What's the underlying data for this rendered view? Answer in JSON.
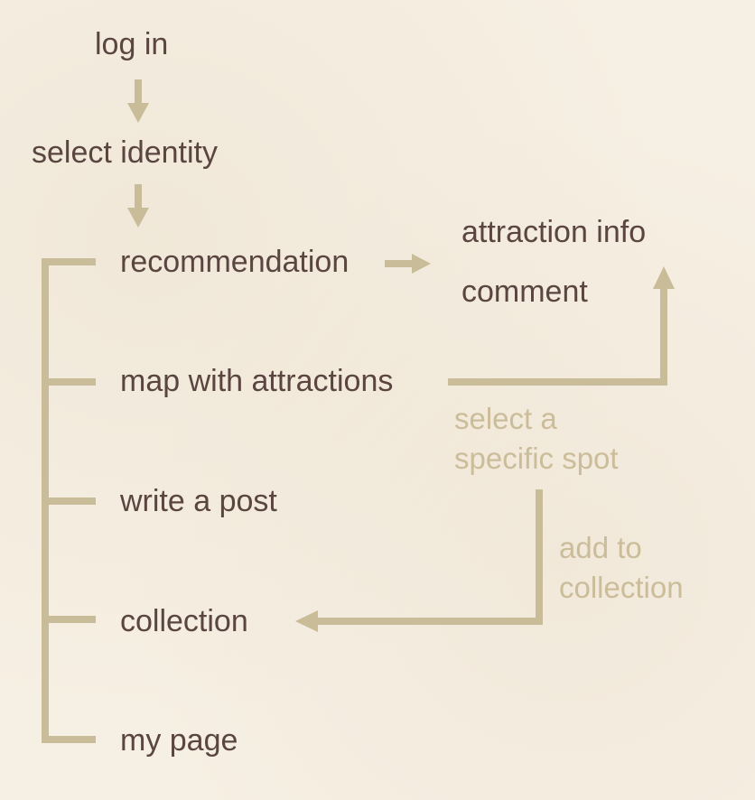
{
  "flow": {
    "log_in": "log in",
    "select_identity": "select identity",
    "menu": {
      "recommendation": "recommendation",
      "map": "map with attractions",
      "write_post": "write a post",
      "collection": "collection",
      "my_page": "my page"
    },
    "details": {
      "attraction_info": "attraction info",
      "comment": "comment"
    },
    "notes": {
      "select_spot_line1": "select a",
      "select_spot_line2": "specific spot",
      "add_to_line1": "add to",
      "add_to_line2": "collection"
    }
  },
  "colors": {
    "background": "#f6efe3",
    "connector": "#c9bc98",
    "node_text": "#5a4540",
    "note_text": "#cbbd99"
  }
}
